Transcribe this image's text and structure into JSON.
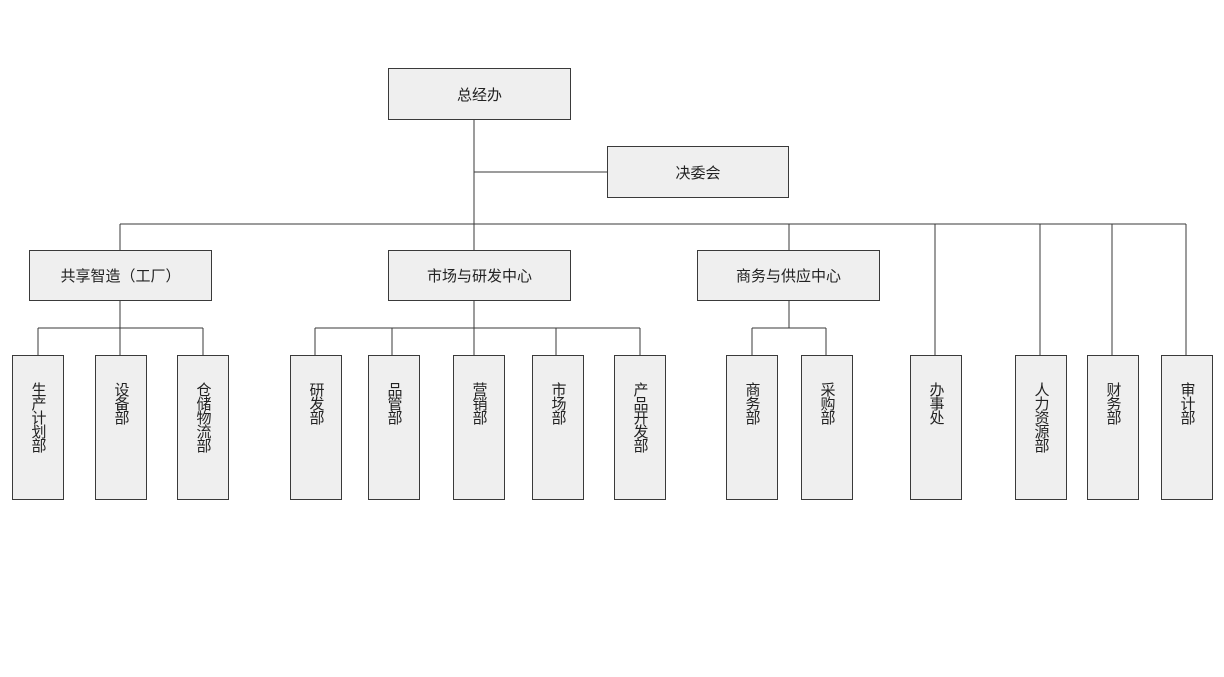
{
  "org_chart": {
    "root": "总经办",
    "advisory": "决委会",
    "centers": [
      {
        "label": "共享智造（工厂）",
        "children": [
          "生产计划部",
          "设备部",
          "仓储物流部"
        ]
      },
      {
        "label": "市场与研发中心",
        "children": [
          "研发部",
          "品管部",
          "营销部",
          "市场部",
          "产品开发部"
        ]
      },
      {
        "label": "商务与供应中心",
        "children": [
          "商务部",
          "采购部"
        ]
      }
    ],
    "direct_departments": [
      "办事处",
      "人力资源部",
      "财务部",
      "审计部"
    ]
  }
}
